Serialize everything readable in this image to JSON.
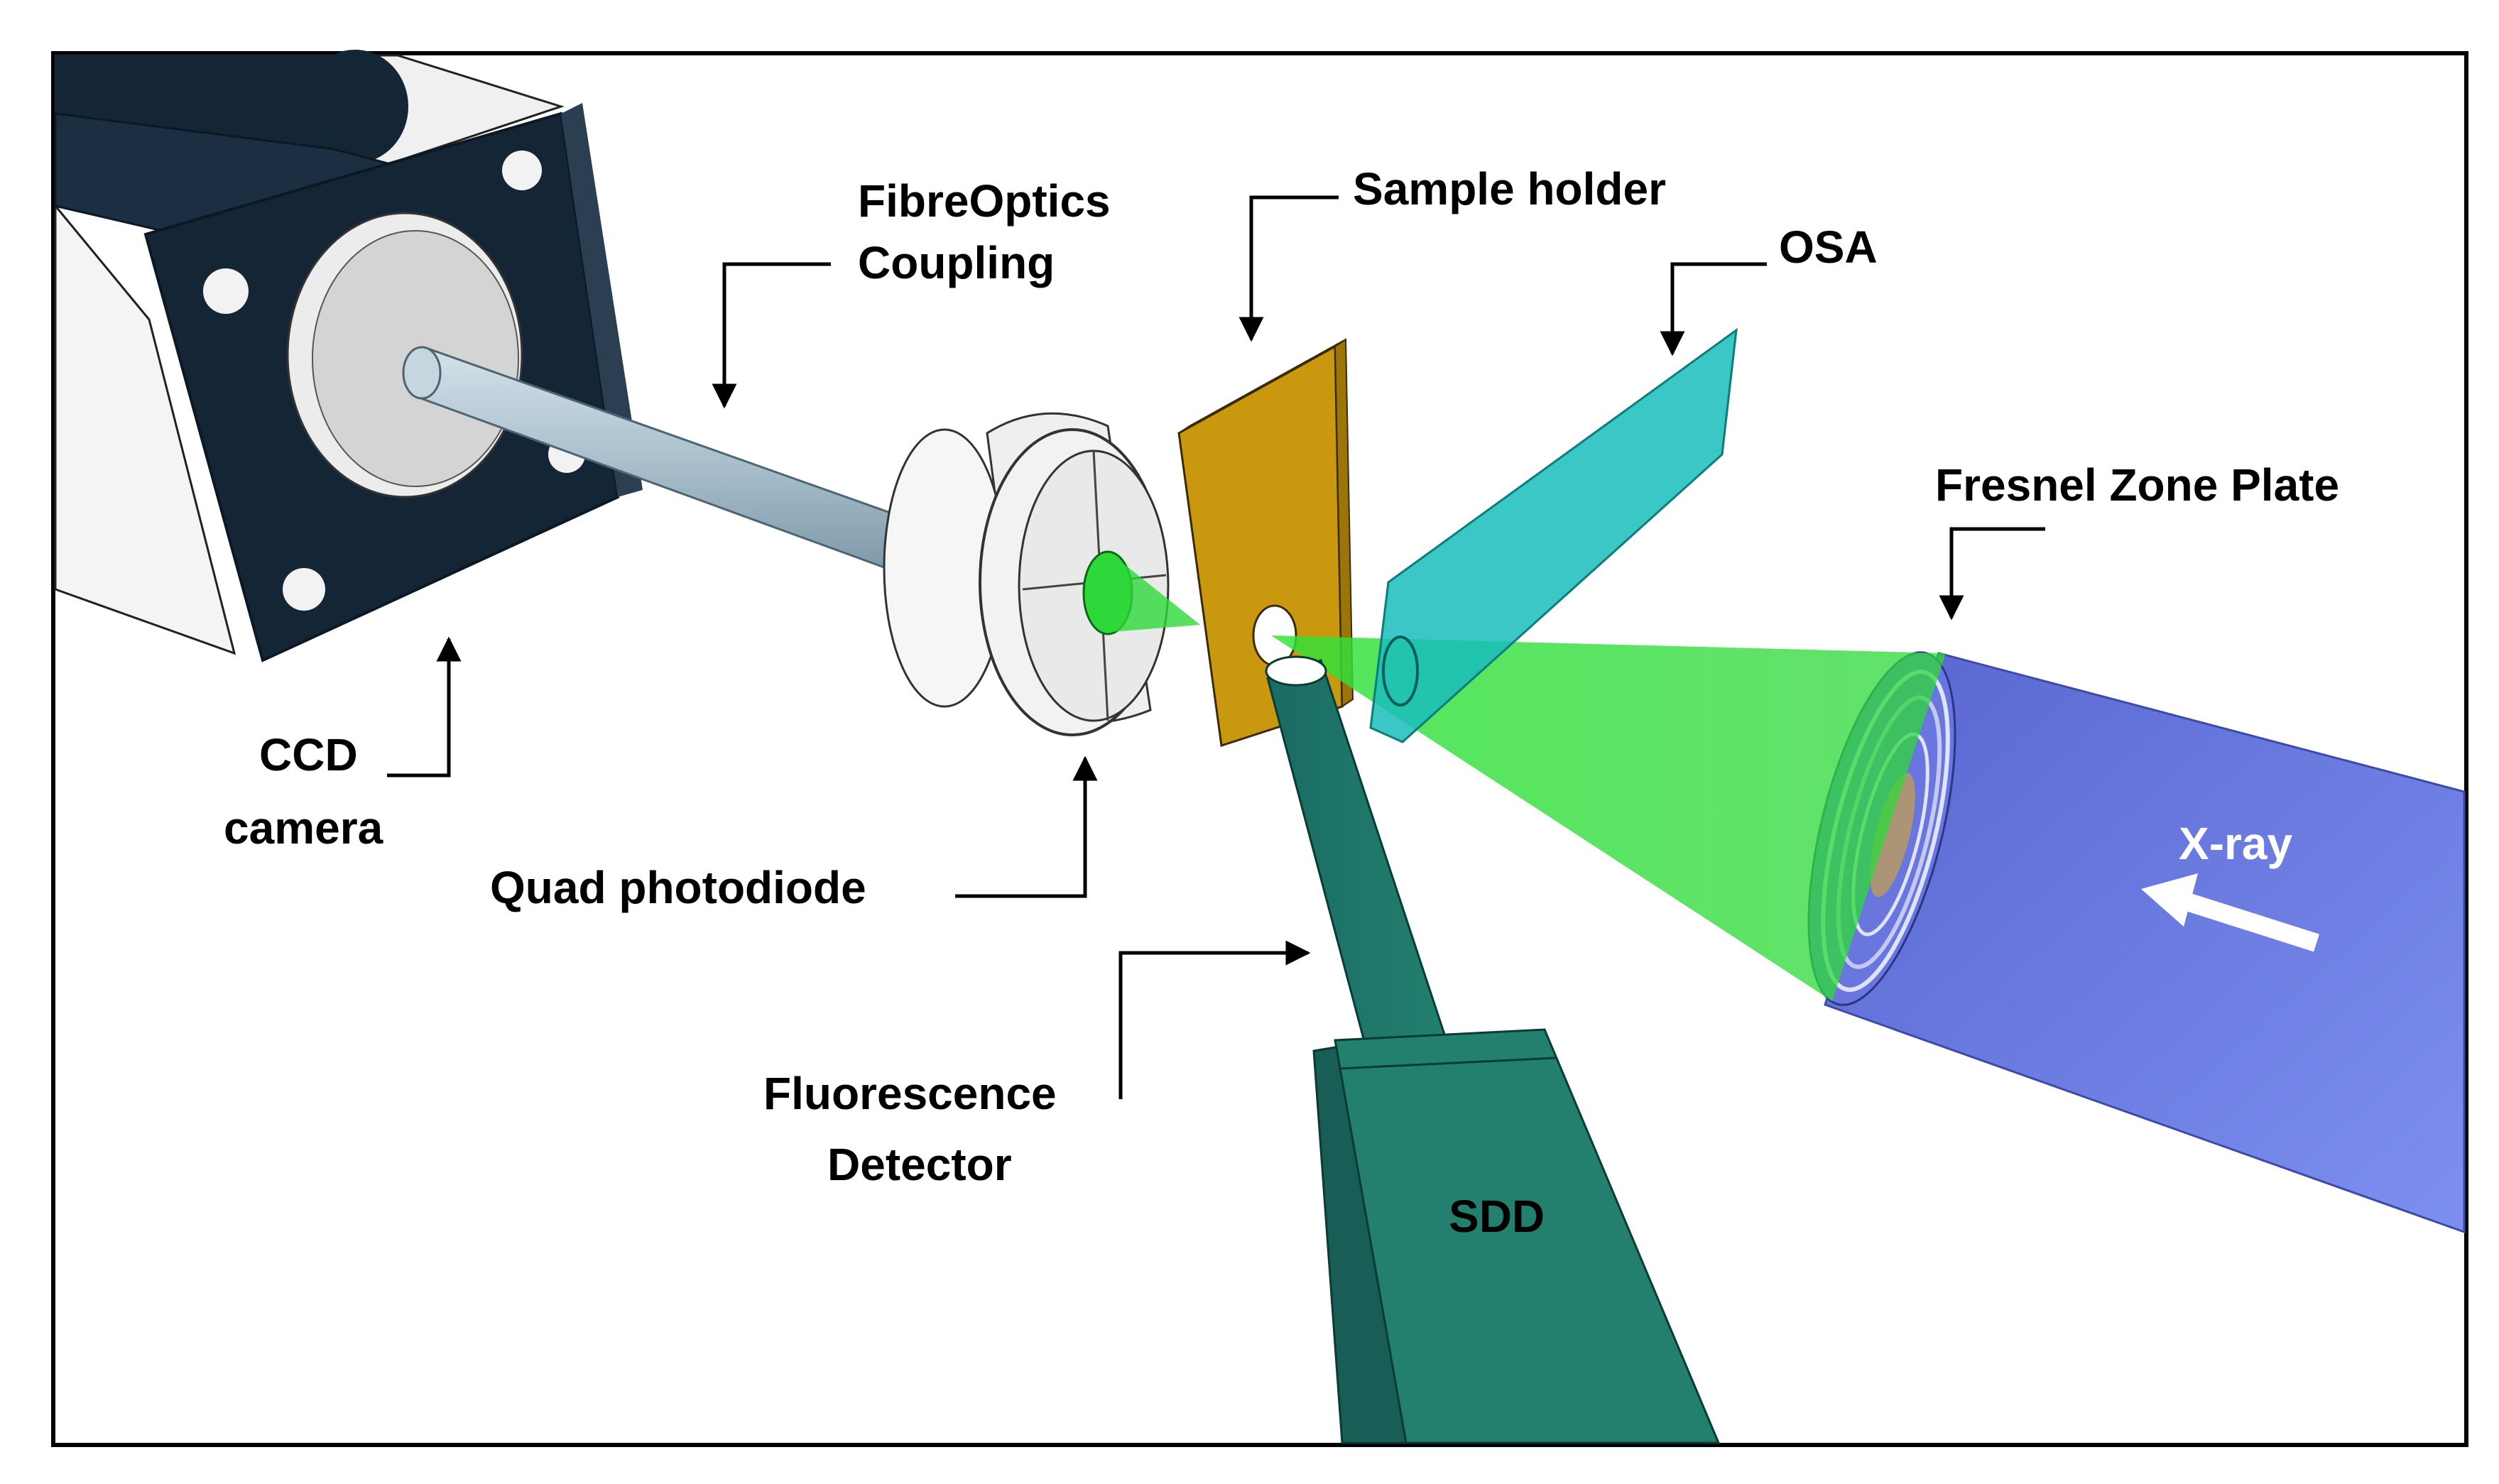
{
  "labels": {
    "fibre_optics_1": "FibreOptics",
    "fibre_optics_2": "Coupling",
    "sample_holder": "Sample holder",
    "osa": "OSA",
    "fresnel": "Fresnel Zone Plate",
    "ccd_1": "CCD",
    "ccd_2": "camera",
    "quad": "Quad photodiode",
    "fluor_1": "Fluorescence",
    "fluor_2": "Detector",
    "sdd": "SDD",
    "xray": "X-ray"
  },
  "colors": {
    "frame": "#000000",
    "camera_dark": "#142536",
    "camera_body": "#f4f4f4",
    "camera_lens": "#d6d6d6",
    "fibre": "#a9bfcc",
    "photodiode": "#f2f2f2",
    "green_beam": "#2ed83a",
    "sample_holder": "#c9980e",
    "osa": "#19bdbb",
    "xray_beam": "#6f80e8",
    "sdd": "#1f766d",
    "arrow_white": "#ffffff"
  }
}
